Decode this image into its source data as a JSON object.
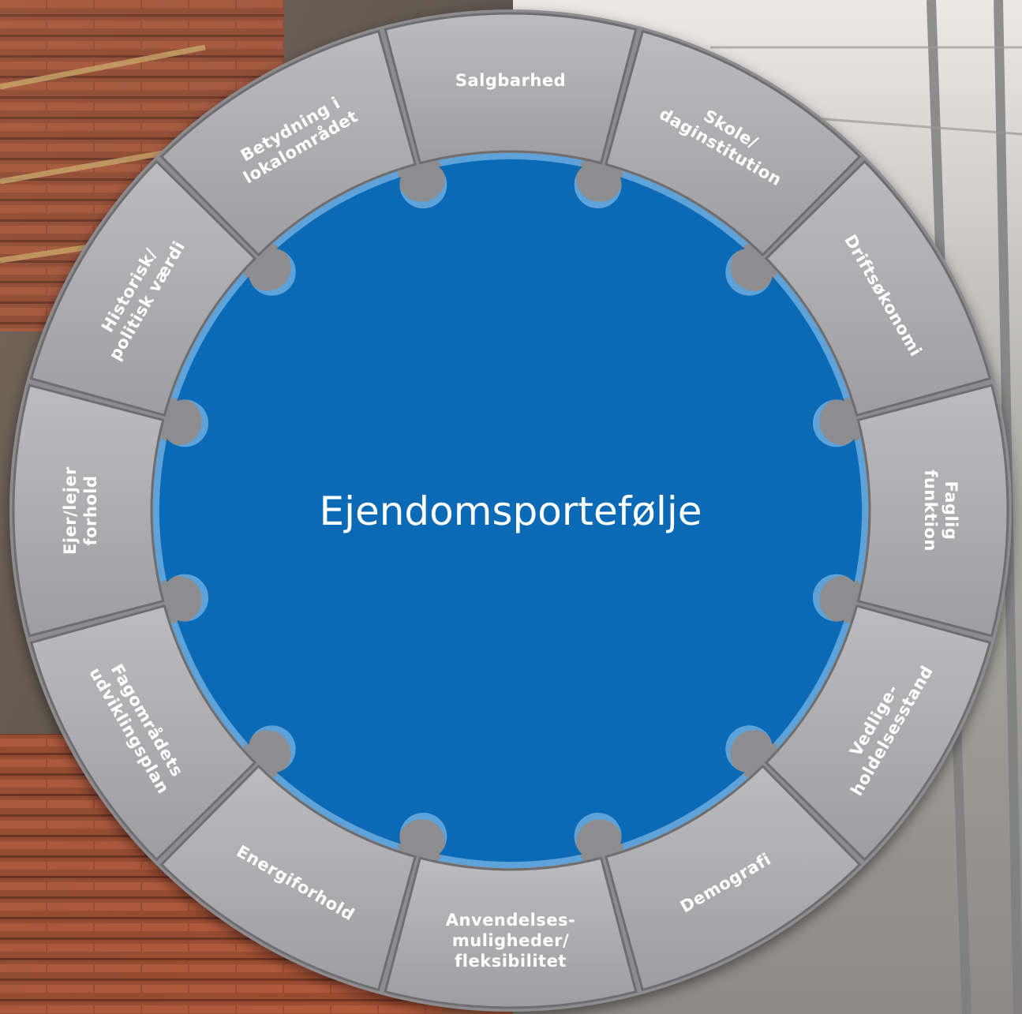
{
  "diagram": {
    "center_title": "Ejendomsportefølje",
    "colors": {
      "segment_fill": "#a9a9ab",
      "segment_border": "#6e6e70",
      "hub_fill": "#0a6ab5",
      "hub_rim": "#5da2d8",
      "text": "#ffffff"
    },
    "segments": [
      {
        "name": "salgbarhed",
        "lines": [
          "Salgbarhed"
        ]
      },
      {
        "name": "skole-daginstitution",
        "lines": [
          "Skole/",
          "daginstitution"
        ]
      },
      {
        "name": "driftsokonomi",
        "lines": [
          "Driftsøkonomi"
        ]
      },
      {
        "name": "faglig-funktion",
        "lines": [
          "Faglig",
          "funktion"
        ]
      },
      {
        "name": "vedligeholdelsesstand",
        "lines": [
          "Vedlige-",
          "holdelsesstand"
        ]
      },
      {
        "name": "demografi",
        "lines": [
          "Demografi"
        ]
      },
      {
        "name": "anvendelsesmuligheder",
        "lines": [
          "Anvendelses-",
          "muligheder/",
          "fleksibilitet"
        ]
      },
      {
        "name": "energiforhold",
        "lines": [
          "Energiforhold"
        ]
      },
      {
        "name": "fagomradets-udviklingsplan",
        "lines": [
          "Fagområdets",
          "udviklingsplan"
        ]
      },
      {
        "name": "ejer-lejer-forhold",
        "lines": [
          "Ejer/lejer",
          "forhold"
        ]
      },
      {
        "name": "historisk-politisk-vaerdi",
        "lines": [
          "Historisk/",
          "politisk værdi"
        ]
      },
      {
        "name": "betydning-lokalomradet",
        "lines": [
          "Betydning i",
          "lokalområdet"
        ]
      }
    ]
  }
}
